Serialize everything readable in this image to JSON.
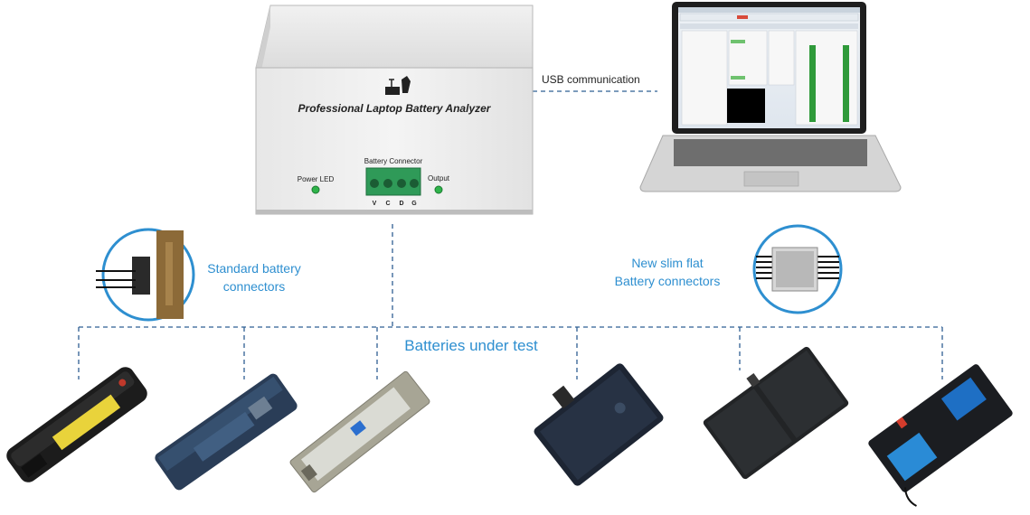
{
  "analyzer": {
    "brand_title": "Professional Laptop Battery Analyzer",
    "power_led_label": "Power LED",
    "connector_label": "Battery Connector",
    "output_label": "Output",
    "pin_labels": [
      "V",
      "C",
      "D",
      "G"
    ]
  },
  "links": {
    "usb_label": "USB communication"
  },
  "connectors": {
    "standard_line1": "Standard battery",
    "standard_line2": "connectors",
    "slim_line1": "New slim flat",
    "slim_line2": "Battery connectors"
  },
  "batteries": {
    "section_label": "Batteries under test",
    "items": [
      "lenovo-battery",
      "acer-battery",
      "dell-battery",
      "apple-battery-1",
      "apple-battery-2",
      "dell-battery-2"
    ]
  },
  "colors": {
    "accent_blue": "#2e8fd0",
    "line_blue": "#2f5f93",
    "led_green": "#2fb34a",
    "connector_green": "#2f9a58"
  }
}
